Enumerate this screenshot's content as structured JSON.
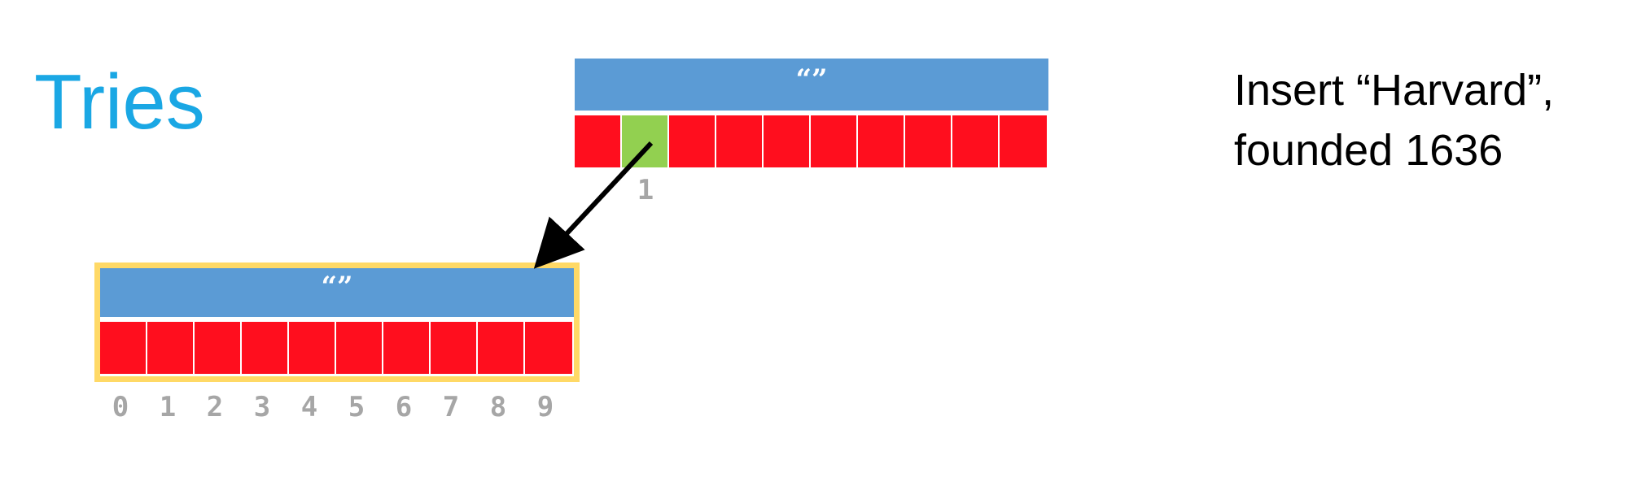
{
  "title": "Tries",
  "caption": {
    "line1": "Insert “Harvard”,",
    "line2": "founded 1636"
  },
  "colors": {
    "title": "#1aa7e4",
    "header": "#5b9bd5",
    "null_cell": "#ff0e1e",
    "child_cell": "#92d050",
    "highlight_border": "#ffd966",
    "index_text": "#a6a6a6"
  },
  "root_node": {
    "value": "“”",
    "cells": [
      "null",
      "child",
      "null",
      "null",
      "null",
      "null",
      "null",
      "null",
      "null",
      "null"
    ],
    "visible_index_labels": [
      "",
      "1",
      "",
      "",
      "",
      "",
      "",
      "",
      "",
      ""
    ]
  },
  "new_node": {
    "value": "“”",
    "highlighted": true,
    "cells": [
      "null",
      "null",
      "null",
      "null",
      "null",
      "null",
      "null",
      "null",
      "null",
      "null"
    ],
    "index_labels": [
      "0",
      "1",
      "2",
      "3",
      "4",
      "5",
      "6",
      "7",
      "8",
      "9"
    ]
  },
  "arrow": {
    "from": "root_node.cell.1",
    "to": "new_node"
  }
}
